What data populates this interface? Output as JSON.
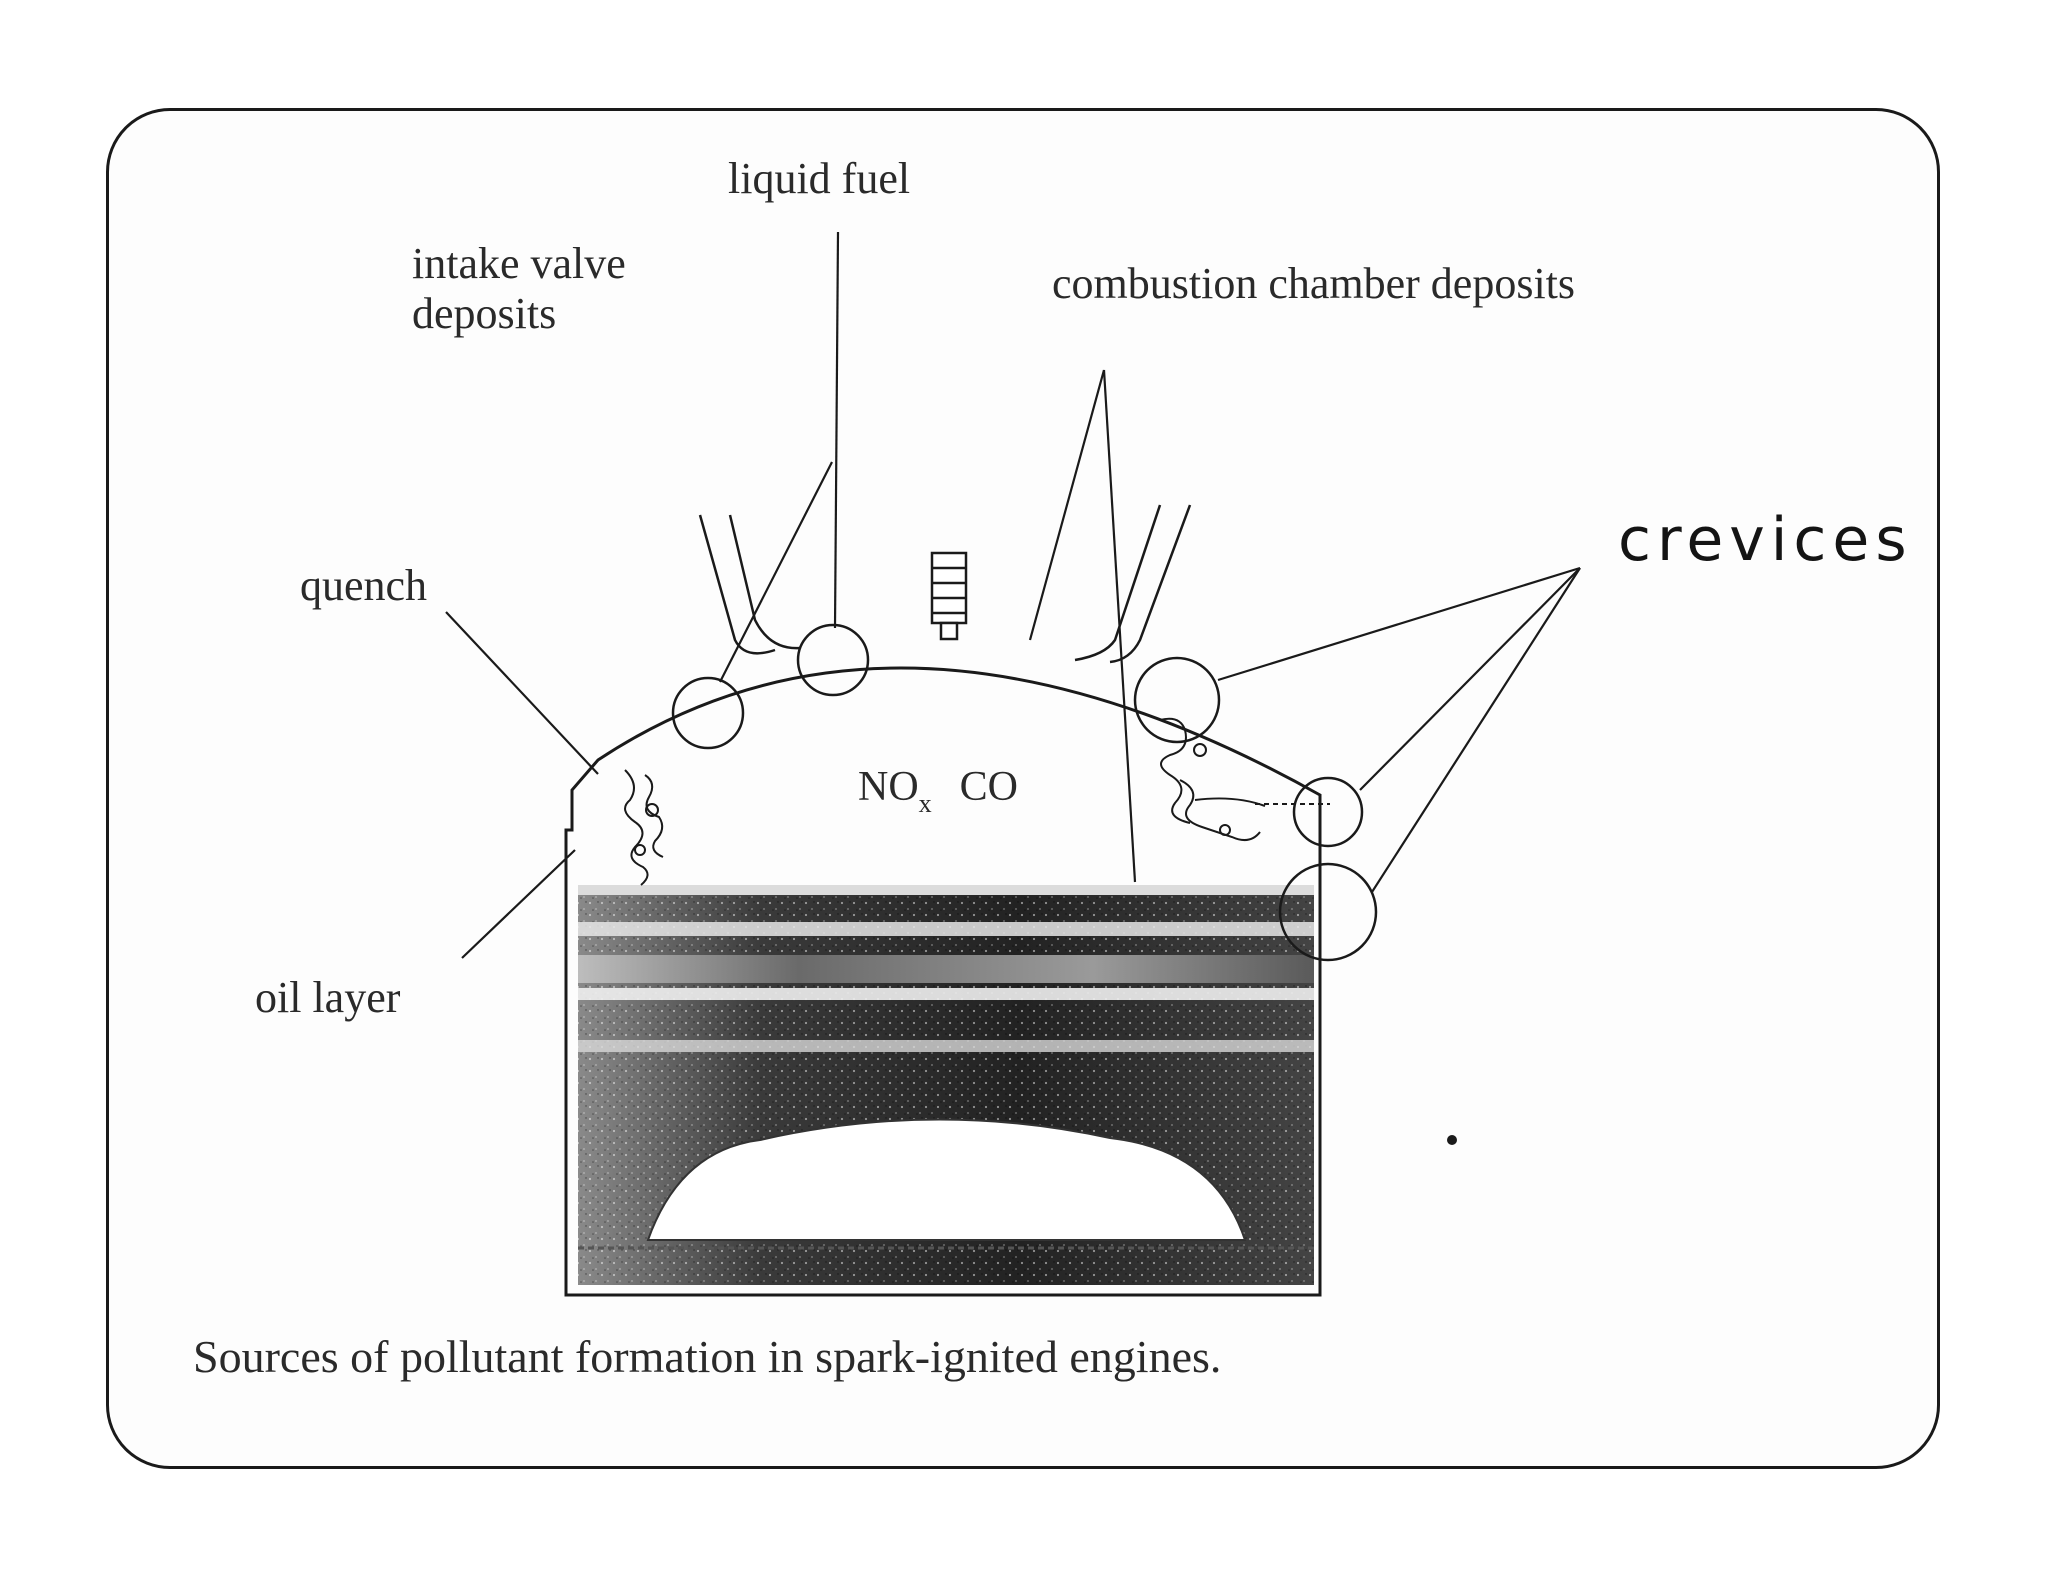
{
  "labels": {
    "liquid_fuel": "liquid fuel",
    "intake_valve_line1": "intake valve",
    "intake_valve_line2": "deposits",
    "combustion_chamber": "combustion chamber deposits",
    "crevices": "crevices",
    "quench": "quench",
    "oil_layer": "oil layer",
    "gas_species_no": "NO",
    "gas_species_sub": "x",
    "gas_species_co": "CO"
  },
  "caption": "Sources of pollutant formation in spark-ignited engines.",
  "colors": {
    "ink": "#1a1a1a",
    "paper": "#fdfdfd",
    "piston_dark": "#2b2b2b"
  }
}
